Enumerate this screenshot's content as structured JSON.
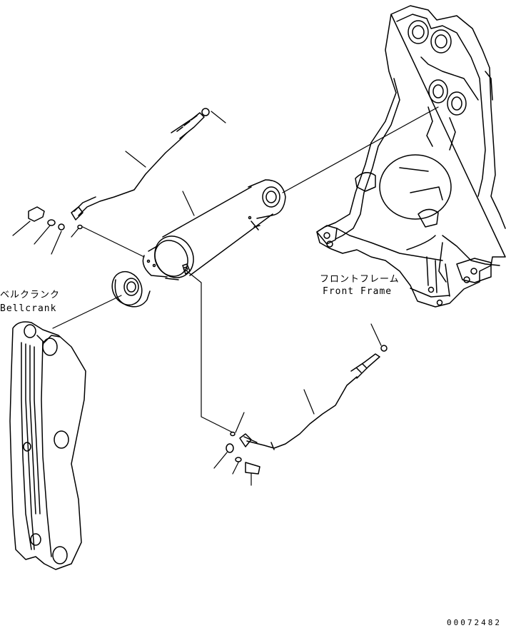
{
  "labels": {
    "bellcrank_jp": "ベルクランク",
    "bellcrank_en": "Bellcrank",
    "front_frame_jp": "フロントフレーム",
    "front_frame_en": "Front Frame"
  },
  "document_number": "00072482",
  "colors": {
    "line": "#000000",
    "background": "#ffffff"
  }
}
